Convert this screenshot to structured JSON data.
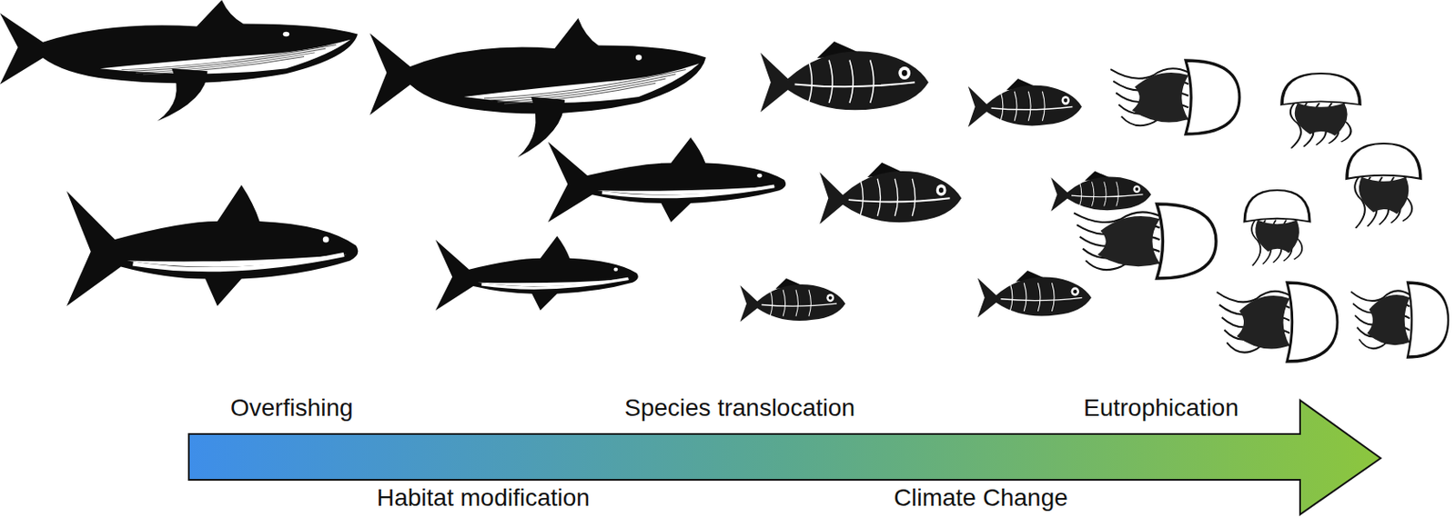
{
  "diagram": {
    "labels": [
      "Overfishing",
      "Species translocation",
      "Eutrophication",
      "Habitat modification",
      "Climate Change"
    ]
  }
}
